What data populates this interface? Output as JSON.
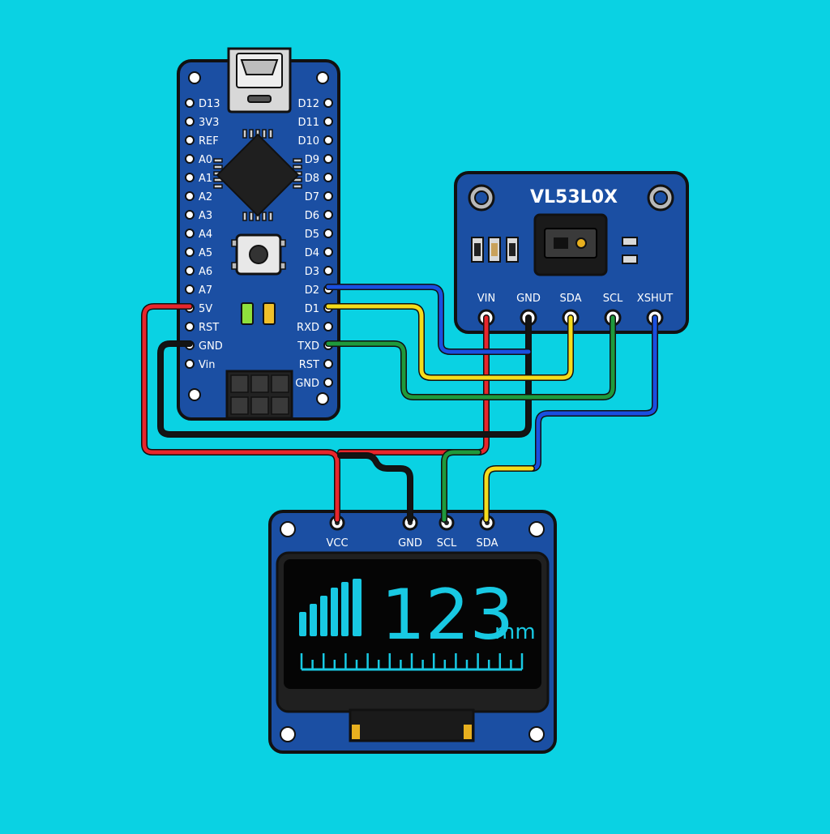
{
  "colors": {
    "background": "#0ad2e3",
    "pcb": "#1b4fa3",
    "outline": "#111111",
    "wire_red": "#e8262c",
    "wire_black": "#141414",
    "wire_green": "#1f9a3c",
    "wire_yellow": "#f5dc1b",
    "wire_blue": "#1a4fe0",
    "oled_text": "#18c9e3"
  },
  "nano": {
    "left_pins": [
      "D13",
      "3V3",
      "REF",
      "A0",
      "A1",
      "A2",
      "A3",
      "A4",
      "A5",
      "A6",
      "A7",
      "5V",
      "RST",
      "GND",
      "Vin"
    ],
    "right_pins": [
      "D12",
      "D11",
      "D10",
      "D9",
      "D8",
      "D7",
      "D6",
      "D5",
      "D4",
      "D3",
      "D2",
      "D1",
      "RXD",
      "TXD",
      "RST",
      "GND"
    ],
    "icons": [
      "usb-port-icon",
      "mcu-chip-icon",
      "reset-button-icon",
      "led-icon",
      "icsp-header-icon"
    ]
  },
  "sensor": {
    "title": "VL53L0X",
    "pins": [
      "VIN",
      "GND",
      "SDA",
      "SCL",
      "XSHUT"
    ]
  },
  "oled": {
    "pins": [
      "VCC",
      "GND",
      "SCL",
      "SDA"
    ],
    "reading": "123",
    "unit": "mm"
  }
}
